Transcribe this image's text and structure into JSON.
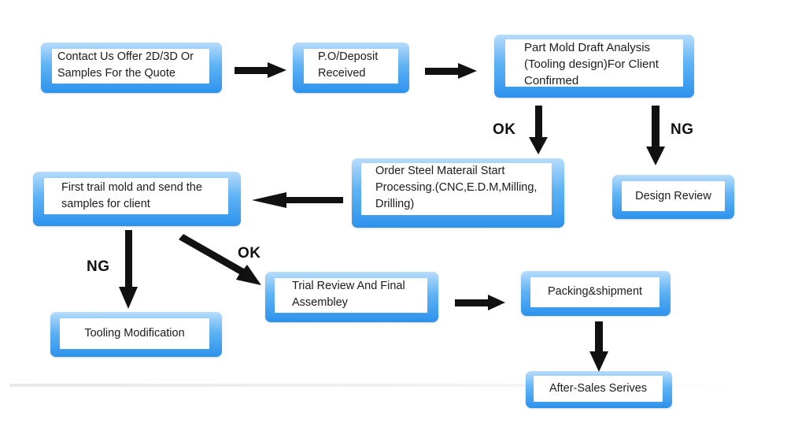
{
  "steps": {
    "contact": {
      "lines": [
        "Contact Us Offer 2D/3D Or",
        "Samples For the Quote"
      ]
    },
    "po": {
      "lines": [
        "P.O/Deposit",
        "Received"
      ]
    },
    "draft": {
      "lines": [
        "Part Mold Draft Analysis",
        "(Tooling design)For Client",
        "Confirmed"
      ]
    },
    "design_review": {
      "lines": [
        "Design Review"
      ]
    },
    "order_steel": {
      "lines": [
        "Order Steel Materail Start",
        "Processing.(CNC,E.D.M,Milling,",
        "Drilling)"
      ]
    },
    "first_trial": {
      "lines": [
        "First trail mold and send the",
        "samples for client"
      ]
    },
    "tooling_mod": {
      "lines": [
        "Tooling Modification"
      ]
    },
    "trial_review": {
      "lines": [
        "Trial Review And Final",
        "Assembley"
      ]
    },
    "packing": {
      "lines": [
        "Packing&shipment"
      ]
    },
    "after_sales": {
      "lines": [
        "After-Sales Serives"
      ]
    }
  },
  "labels": {
    "ok_1": "OK",
    "ng_1": "NG",
    "ng_2": "NG",
    "ok_2": "OK"
  },
  "colors": {
    "box_top": "#b7dcfb",
    "box_mid": "#5fb3f4",
    "box_bottom": "#2d92ec",
    "arrow": "#111111",
    "text": "#1b1b1b"
  }
}
